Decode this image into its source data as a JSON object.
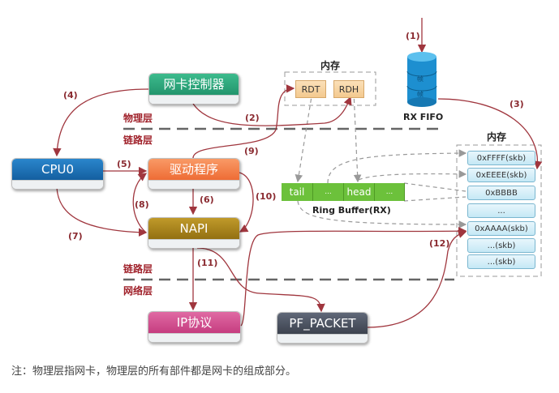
{
  "nodes": {
    "nic_controller": "网卡控制器",
    "cpu0": "CPU0",
    "driver": "驱动程序",
    "napi": "NAPI",
    "ip": "IP协议",
    "pf_packet": "PF_PACKET"
  },
  "layers": {
    "physical": "物理层",
    "link_upper": "链路层",
    "link_lower": "链路层",
    "network": "网络层"
  },
  "memory_top": {
    "title": "内存",
    "registers": [
      "RDT",
      "RDH"
    ]
  },
  "rx_fifo": {
    "label": "RX FIFO",
    "frames": [
      "帧",
      "帧"
    ]
  },
  "ring_buffer": {
    "label": "Ring Buffer(RX)",
    "cells": [
      "tail",
      "...",
      "head",
      "..."
    ]
  },
  "memory_right": {
    "title": "内存",
    "cells": [
      "0xFFFF(skb)",
      "0xEEEE(skb)",
      "0xBBBB",
      "...",
      "0xAAAA(skb)",
      "...(skb)",
      "...(skb)"
    ]
  },
  "steps": [
    "(1)",
    "(2)",
    "(3)",
    "(4)",
    "(5)",
    "(6)",
    "(7)",
    "(8)",
    "(9)",
    "(10)",
    "(11)",
    "(12)"
  ],
  "note": "注：物理层指网卡，物理层的所有部件都是网卡的组成部分。",
  "colors": {
    "arrow": "#a0363e",
    "nic": "#2fa57d",
    "cpu": "#1a6fb5",
    "driver": "#f27d4a",
    "napi": "#a8821a",
    "ip": "#d14a8f",
    "pf": "#4b5260"
  }
}
